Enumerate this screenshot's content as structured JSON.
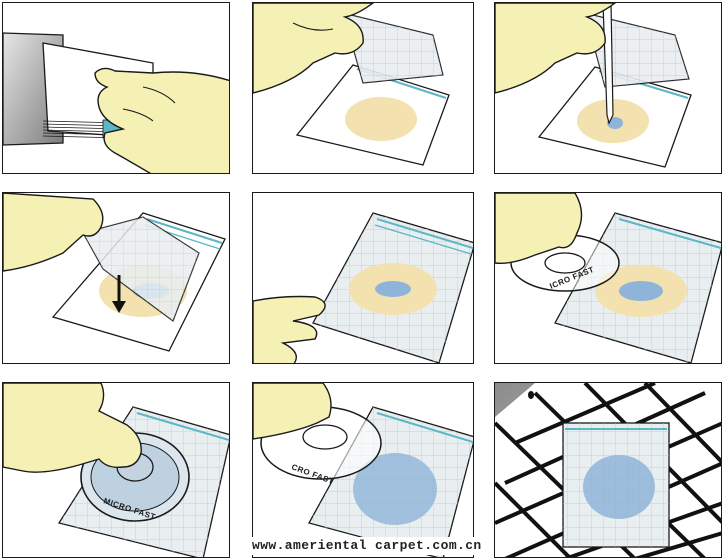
{
  "brand": {
    "device_label": "MICRO FAST",
    "device_label_partial": "ICRO FAST",
    "device_label_partial_b": "CRO FAST"
  },
  "watermark": "www.ameriental carpet.com.cn",
  "colors": {
    "outline": "#1a1a1a",
    "glove": "#f5f0b4",
    "sample_spot": "#f3e1b0",
    "liquid": "#8fb4d9",
    "film": "#e9eef1",
    "grid_line": "#b9c6d0",
    "film_stripe": "#5bb6c5",
    "sachet": "#9a9a9a"
  },
  "icons": [
    "gloved-hand-icon",
    "sachet-icon",
    "pipette-icon",
    "arrow-down-icon",
    "spreader-icon",
    "incubator-rack-icon"
  ]
}
